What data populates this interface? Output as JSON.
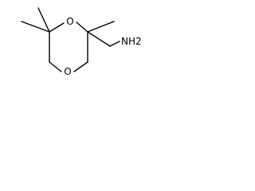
{
  "molecule": {
    "atoms": {
      "o1": "O",
      "o4": "O",
      "nh2": "NH2"
    }
  }
}
